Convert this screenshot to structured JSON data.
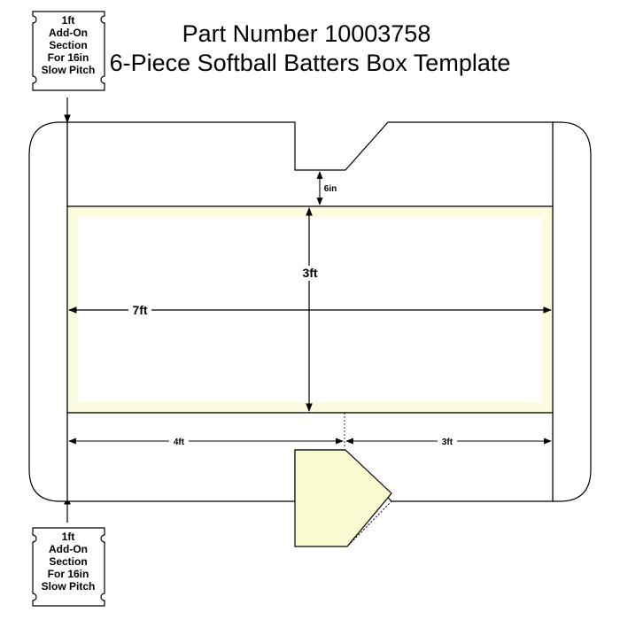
{
  "title": {
    "line1": "Part Number 10003758",
    "line2": "6-Piece Softball Batters Box Template"
  },
  "add_on_note": {
    "line1": "1ft",
    "line2": "Add-On",
    "line3": "Section",
    "line4": "For 16in",
    "line5": "Slow Pitch"
  },
  "dimensions": {
    "box_width": "7ft",
    "box_height": "3ft",
    "plate_gap": "6in",
    "left_section": "4ft",
    "right_section": "3ft"
  },
  "colors": {
    "box_fill": "#fdfbe0",
    "plate_fill": "#fafad2",
    "outline": "#000000"
  }
}
